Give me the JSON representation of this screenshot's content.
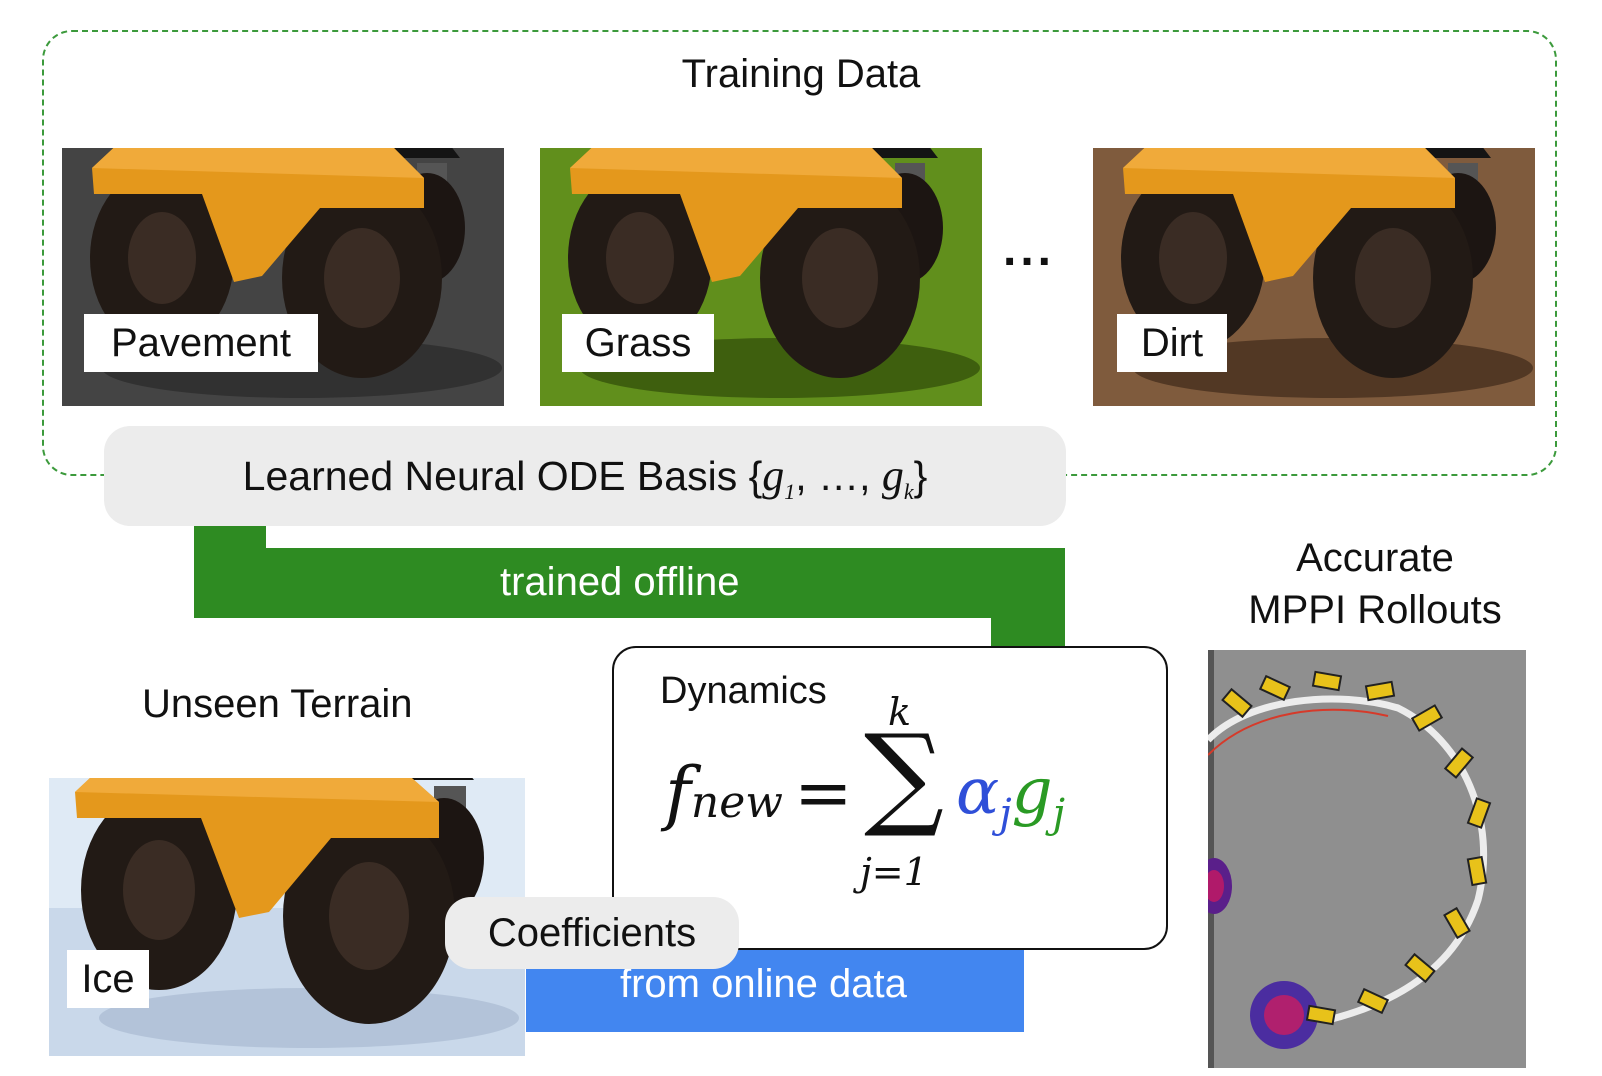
{
  "training": {
    "title": "Training Data",
    "tiles": [
      {
        "label": "Pavement",
        "ground_color": "#4b4b4b"
      },
      {
        "label": "Grass",
        "ground_color": "#5f8a1c"
      },
      {
        "label": "Dirt",
        "ground_color": "#7a5a3a"
      }
    ],
    "ellipsis": "..."
  },
  "basis": {
    "prefix": "Learned Neural ODE Basis {",
    "g": "g",
    "sub1": "1",
    "middle": ", …, ",
    "subk": "k",
    "suffix": "}"
  },
  "arrows": {
    "offline_label": "trained offline",
    "online_label": "from online data",
    "offline_color": "#2e8b22",
    "online_color": "#4286f0"
  },
  "dynamics": {
    "title": "Dynamics",
    "f": "f",
    "f_sub": "new",
    "equals": "=",
    "sum_upper": "k",
    "sum_lower": "j=1",
    "alpha": "α",
    "g": "g",
    "index": "j",
    "alpha_color": "#2f4fd8",
    "g_color": "#2a9a24"
  },
  "coefficients": {
    "label": "Coefficients"
  },
  "unseen": {
    "title": "Unseen Terrain",
    "label": "Ice"
  },
  "mppi": {
    "title_line1": "Accurate",
    "title_line2": "MPPI Rollouts"
  }
}
